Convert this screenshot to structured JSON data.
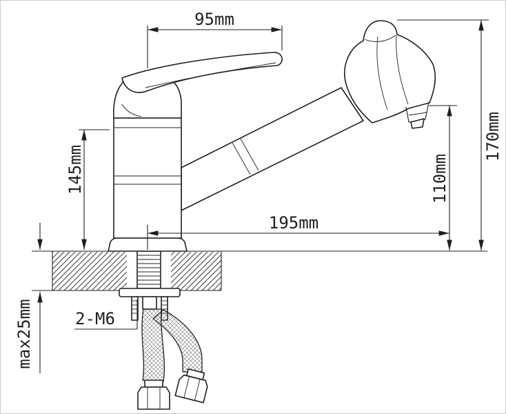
{
  "drawing": {
    "type": "technical-dimension-drawing",
    "subject": "single-lever kitchen mixer faucet with pull-out spray head, deck mounted with flexible supply hoses",
    "labels": {
      "handle_width": "95mm",
      "body_height": "145mm",
      "total_height": "170mm",
      "spout_height": "110mm",
      "spout_reach": "195mm",
      "deck_thickness": "max25mm",
      "mounting_bolts": "2-M6"
    },
    "colors": {
      "line": "#1f1f1f",
      "background": "#ffffff",
      "border": "#c8c8c8"
    }
  }
}
